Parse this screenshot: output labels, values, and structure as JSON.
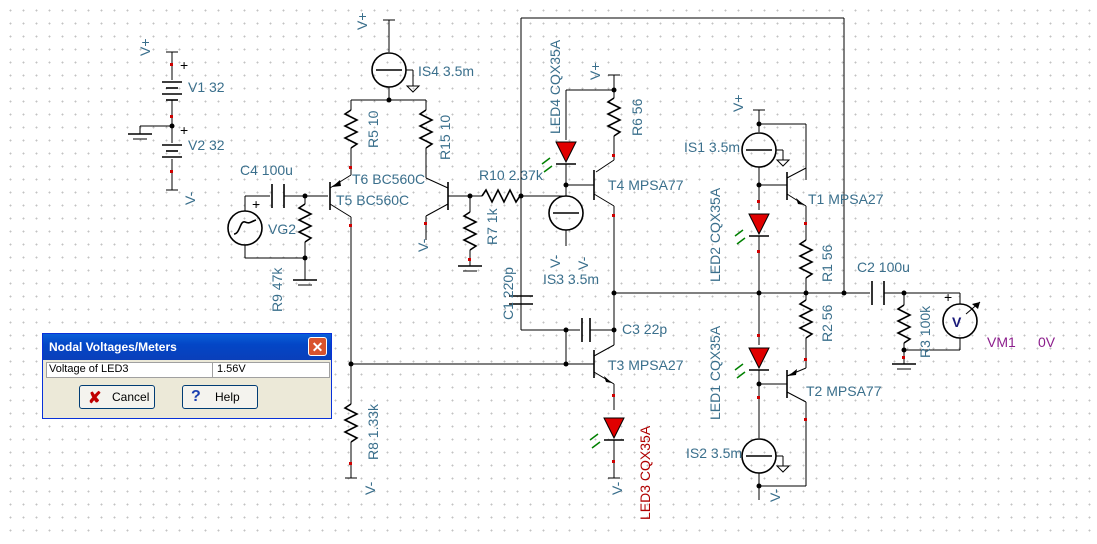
{
  "labels": {
    "v1": "V1 32",
    "v2": "V2 32",
    "vplus": "V+",
    "vminus": "V-",
    "is4": "IS4 3.5m",
    "is1": "IS1 3.5m",
    "is2": "IS2 3.5m",
    "is3": "IS3 3.5m",
    "led4": "LED4 CQX35A",
    "led2": "LED2 CQX35A",
    "led1": "LED1 CQX35A",
    "led3": "LED3 CQX35A",
    "r6": "R6 56",
    "r5": "R5 10",
    "r15": "R15 10",
    "r10": "R10 2.37k",
    "r7": "R7 1k",
    "r9": "R9 47k",
    "r8": "R8 1.33k",
    "r1": "R1 56",
    "r2": "R2 56",
    "r3": "R3 100k",
    "c4": "C4 100u",
    "c1": "C1 220p",
    "c3": "C3 22p",
    "c2": "C2 100u",
    "t6": "T6 BC560C",
    "t5": "T5 BC560C",
    "t4": "T4 MPSA77",
    "t1": "T1 MPSA27",
    "t3": "T3 MPSA27",
    "t2": "T2 MPSA77",
    "vg2": "VG2",
    "vm1": "VM1",
    "vm1_value": "0V",
    "meter_v": "V"
  },
  "dialog": {
    "title": "Nodal Voltages/Meters",
    "close": "✕",
    "row_label": "Voltage of LED3",
    "row_value": "1.56V",
    "cancel_icon": "✘",
    "cancel": "Cancel",
    "help_icon": "?",
    "help": "Help"
  }
}
